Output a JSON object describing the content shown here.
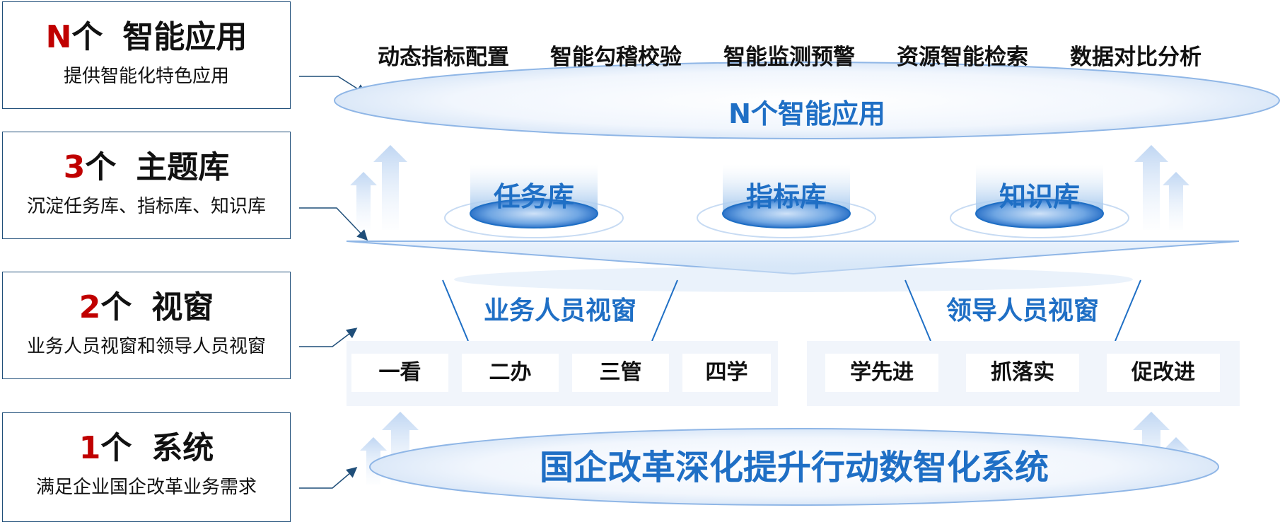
{
  "layers": [
    {
      "num": "N",
      "title_rest": "个",
      "title_main": "智能应用",
      "desc": "提供智能化特色应用"
    },
    {
      "num": "3",
      "title_rest": "个",
      "title_main": "主题库",
      "desc": "沉淀任务库、指标库、知识库"
    },
    {
      "num": "2",
      "title_rest": "个",
      "title_main": "视窗",
      "desc": "业务人员视窗和领导人员视窗"
    },
    {
      "num": "1",
      "title_rest": "个",
      "title_main": "系统",
      "desc": "满足企业国企改革业务需求"
    }
  ],
  "apps": {
    "items": [
      "动态指标配置",
      "智能勾稽校验",
      "智能监测预警",
      "资源智能检索",
      "数据对比分析"
    ],
    "center_label": "N个智能应用"
  },
  "libraries": [
    "任务库",
    "指标库",
    "知识库"
  ],
  "windows": {
    "business": {
      "title": "业务人员视窗",
      "items": [
        "一看",
        "二办",
        "三管",
        "四学"
      ]
    },
    "leader": {
      "title": "领导人员视窗",
      "items": [
        "学先进",
        "抓落实",
        "促改进"
      ]
    }
  },
  "system": {
    "label": "国企改革深化提升行动数智化系统"
  },
  "colors": {
    "accent": "#1f6fc5",
    "red_number": "#c00000",
    "box_border": "#1f4e79",
    "panel_bg": "#f1f5fb"
  }
}
